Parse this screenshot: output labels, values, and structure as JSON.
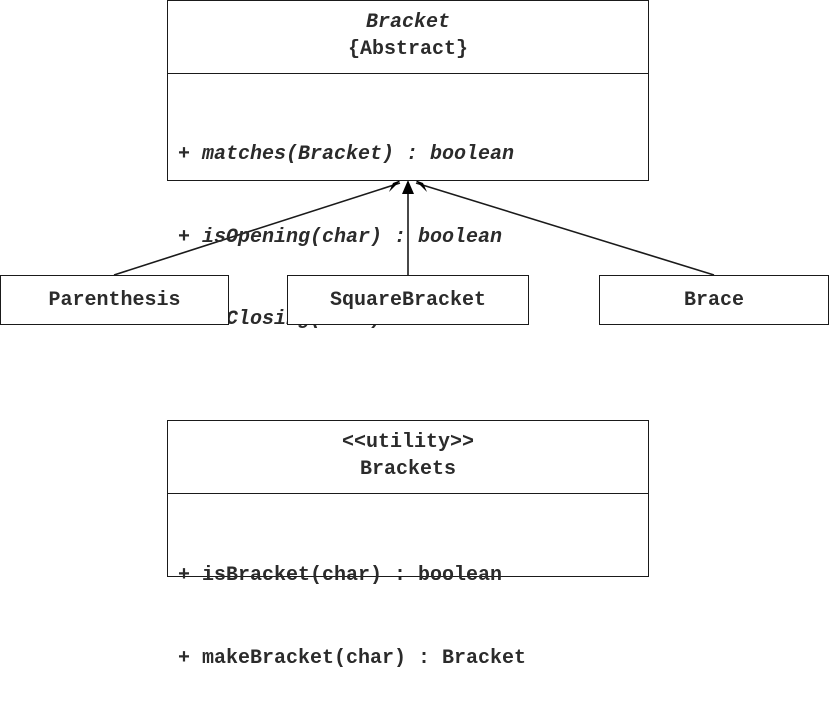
{
  "bracket_class": {
    "name": "Bracket",
    "stereotype": "{Abstract}",
    "methods": [
      "+ matches(Bracket) : boolean",
      "+ isOpening(char) : boolean",
      "+ isClosing(char) : boolean"
    ]
  },
  "subclasses": [
    {
      "name": "Parenthesis"
    },
    {
      "name": "SquareBracket"
    },
    {
      "name": "Brace"
    }
  ],
  "utility_class": {
    "stereotype": "<<utility>>",
    "name": "Brackets",
    "methods": [
      "+ isBracket(char) : boolean",
      "+ makeBracket(char) : Bracket"
    ]
  }
}
